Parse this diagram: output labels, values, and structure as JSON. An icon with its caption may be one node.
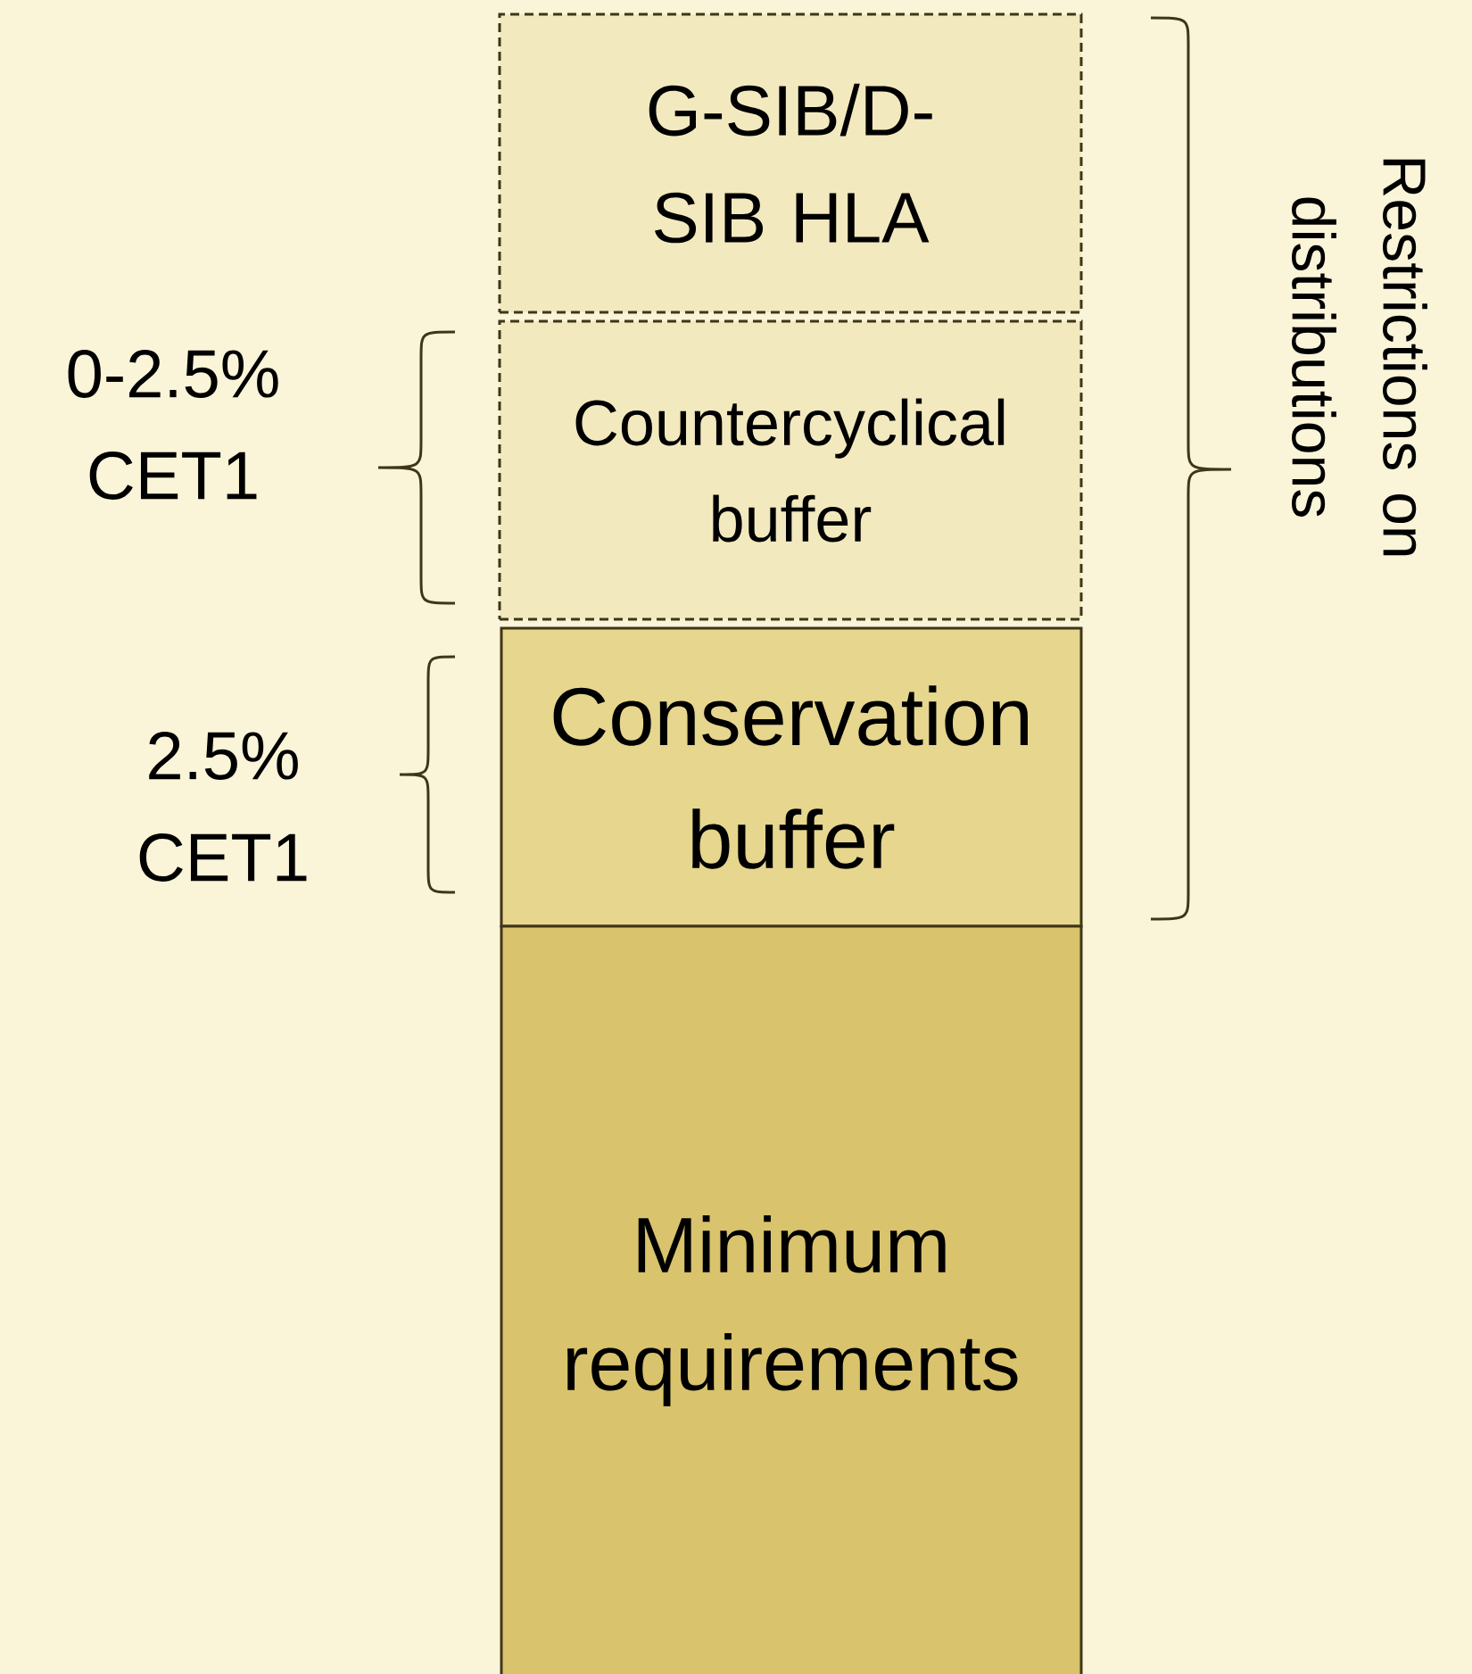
{
  "diagram": {
    "nodes": [
      {
        "text": [
          "G-SIB/D-SIB HLA"
        ]
      },
      {
        "text": [
          "Countercyclical buffer"
        ]
      },
      {
        "text": [
          "Conservation buffer"
        ]
      },
      {
        "text": [
          "Minimum requirements"
        ]
      }
    ],
    "labels": [
      "Restrictions on distributions",
      "0-2.5% CET1",
      "2.5% CET1"
    ]
  }
}
